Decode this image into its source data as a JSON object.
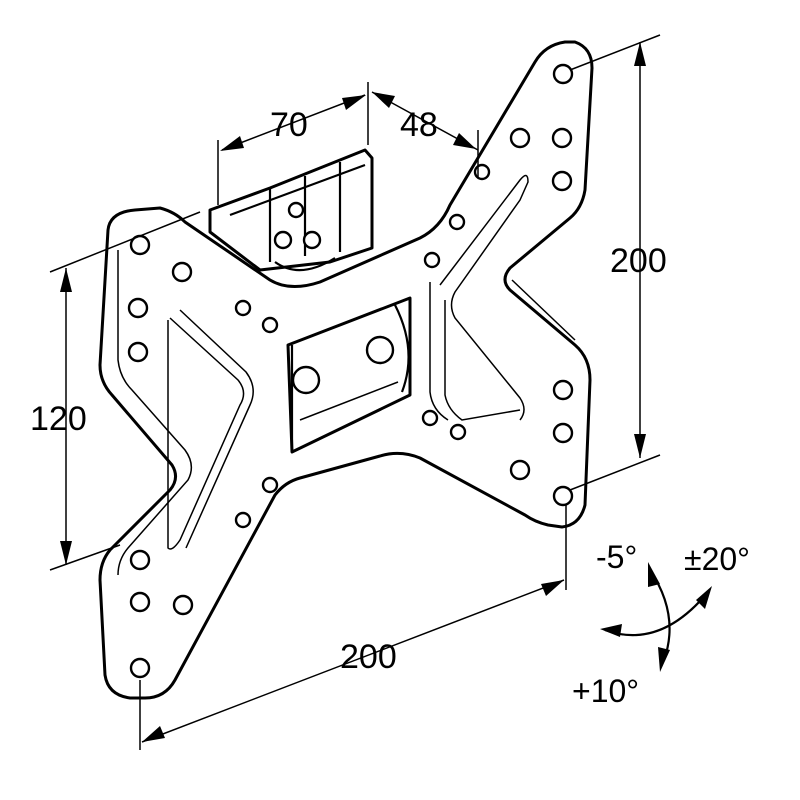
{
  "dimensions": {
    "bracket_width": "70",
    "bracket_depth": "48",
    "plate_height": "200",
    "plate_width": "200",
    "hole_spacing_vertical": "120"
  },
  "tilt": {
    "up": "-5°",
    "down": "+10°",
    "swivel": "±20°"
  }
}
